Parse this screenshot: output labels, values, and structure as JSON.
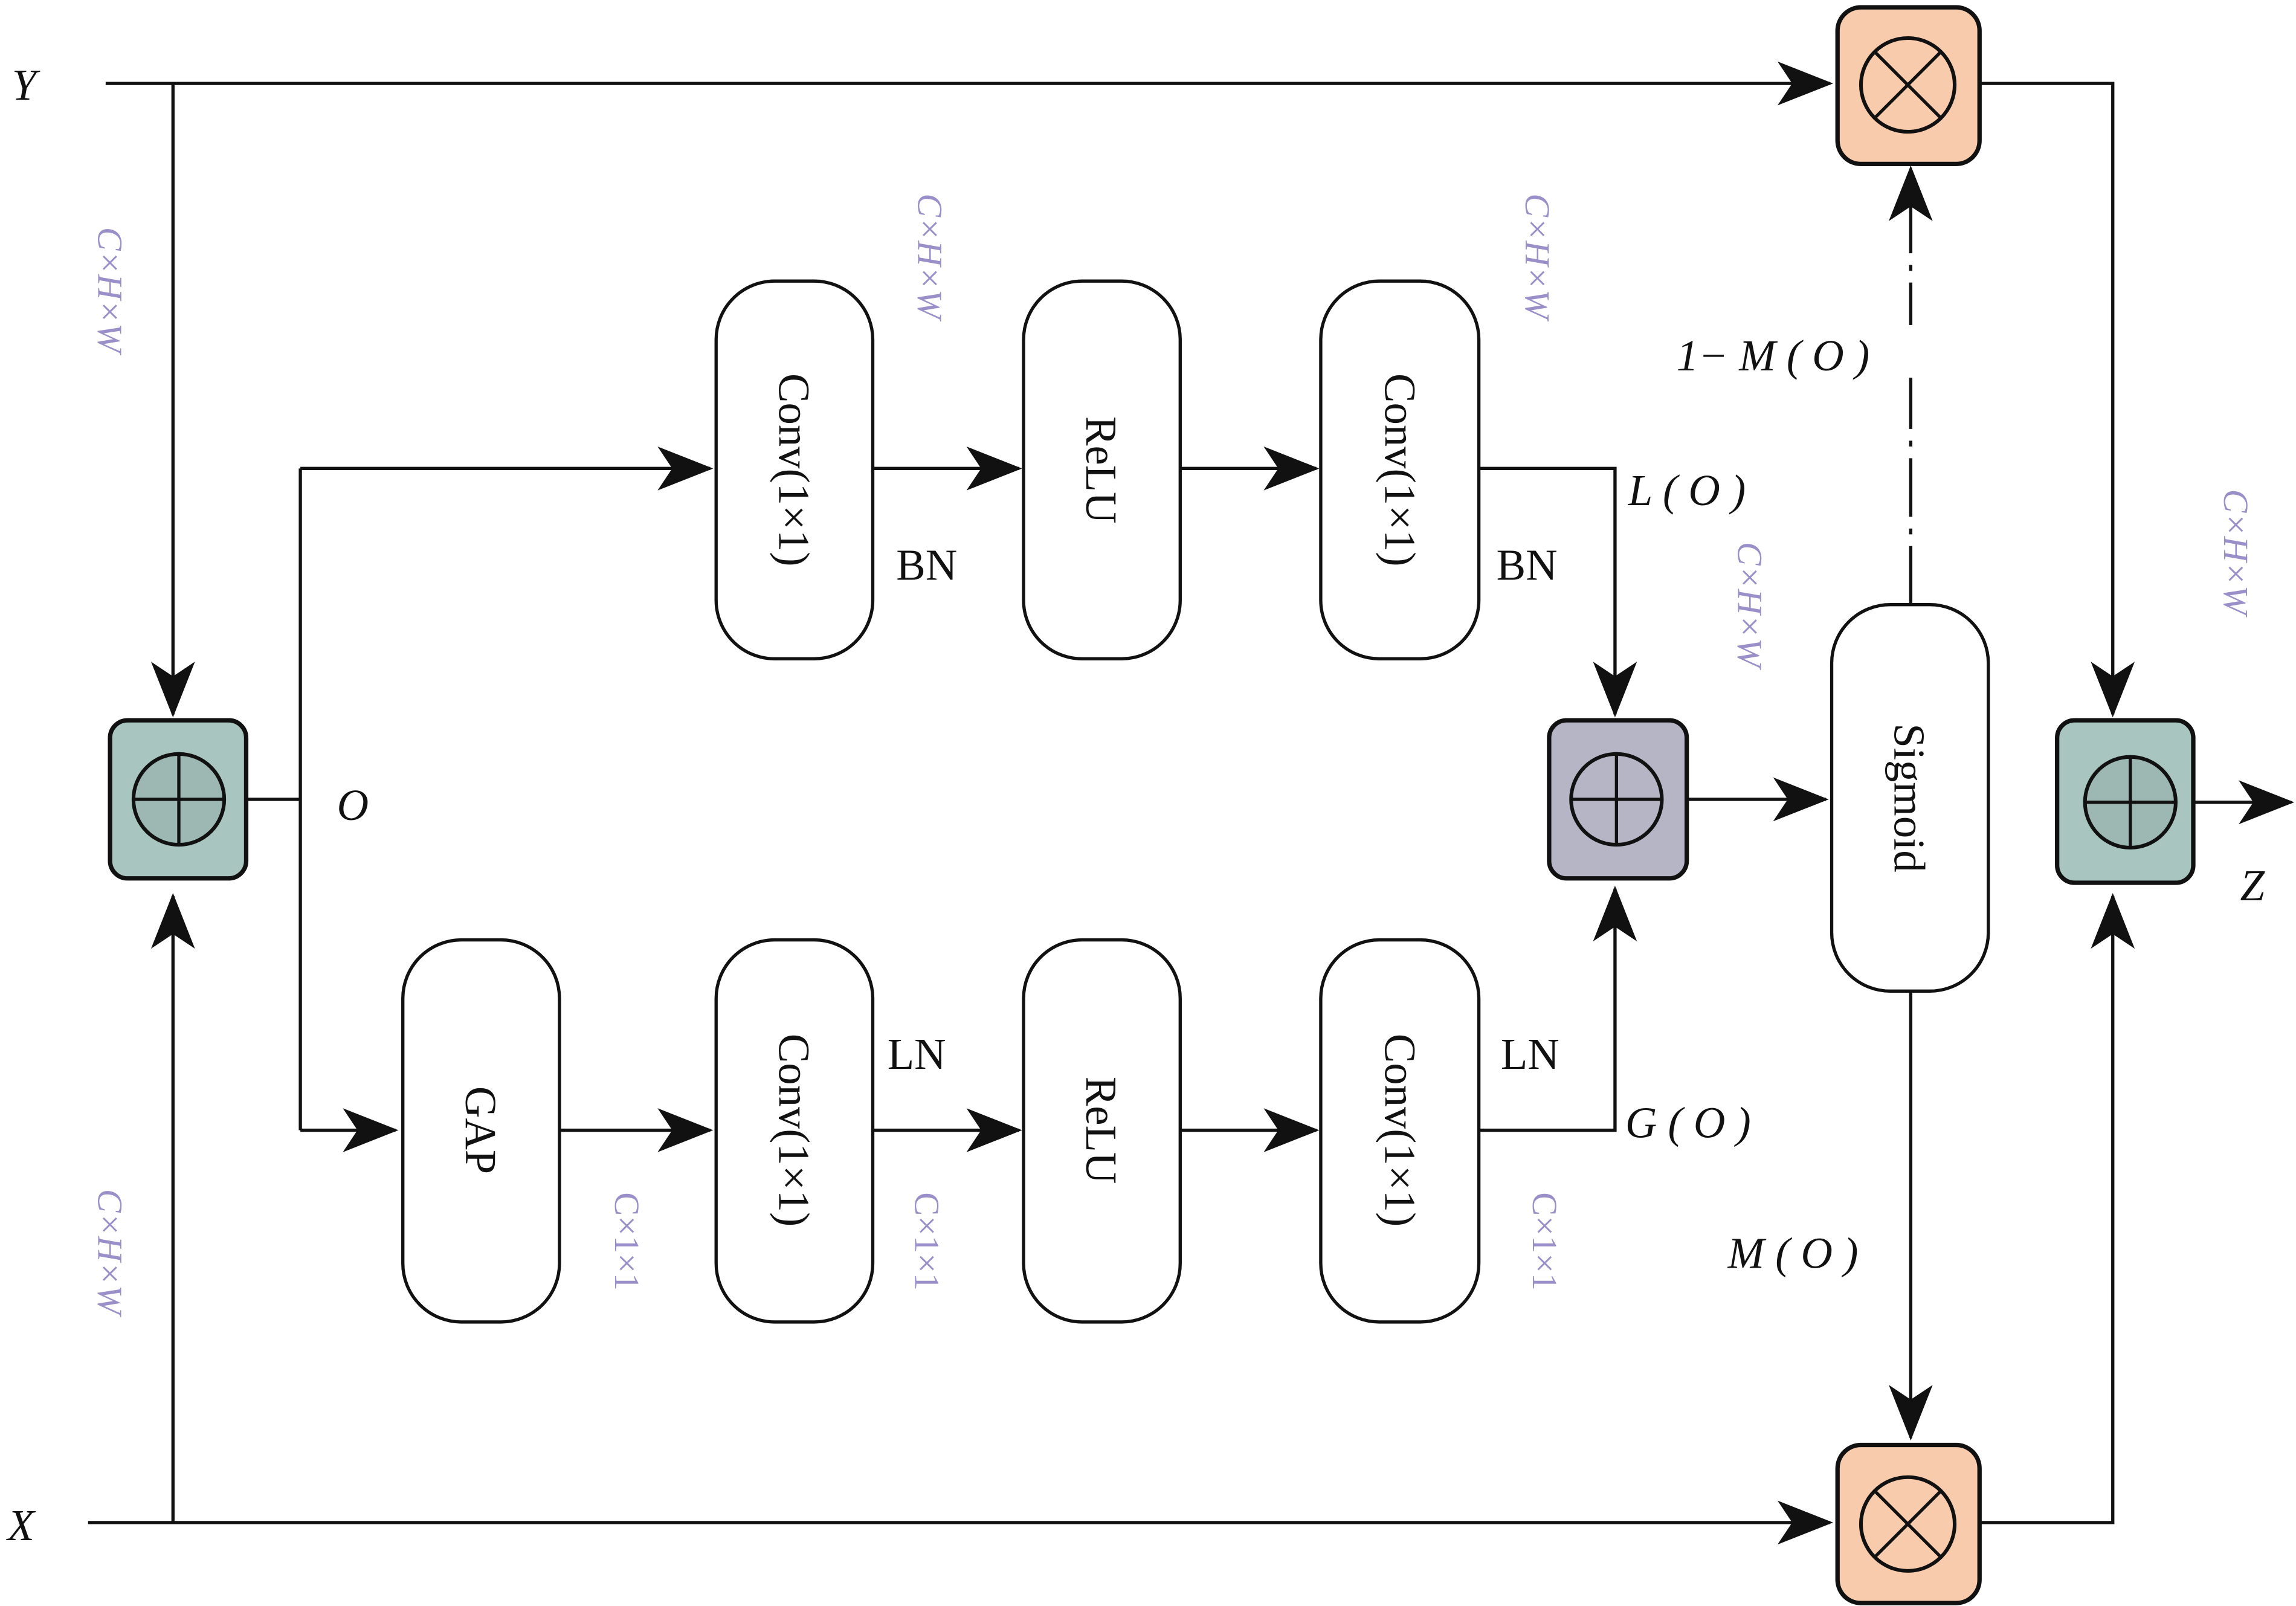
{
  "colors": {
    "add_green": "#a9c5bf",
    "add_green_inner": "#9db8b3",
    "add_purple": "#b6b5c6",
    "mult_orange": "#f8cbad",
    "dim_text": "#9a8fc8"
  },
  "inputs": {
    "y": "Y",
    "x": "X",
    "o": "O",
    "z": "Z"
  },
  "top_branch": {
    "conv1": "Conv(1×1)",
    "relu": "ReLU",
    "conv2": "Conv(1×1)",
    "norm1": "BN",
    "norm2": "BN",
    "output": "L ( O )"
  },
  "bottom_branch": {
    "gap": "GAP",
    "conv1": "Conv(1×1)",
    "relu": "ReLU",
    "conv2": "Conv(1×1)",
    "norm1": "LN",
    "norm2": "LN",
    "output": "G ( O )"
  },
  "sigmoid": "Sigmoid",
  "gates": {
    "upper": "1− M ( O )",
    "lower": "M ( O )"
  },
  "dims": {
    "full": "C×H×W",
    "pooled": "C×1×1"
  }
}
